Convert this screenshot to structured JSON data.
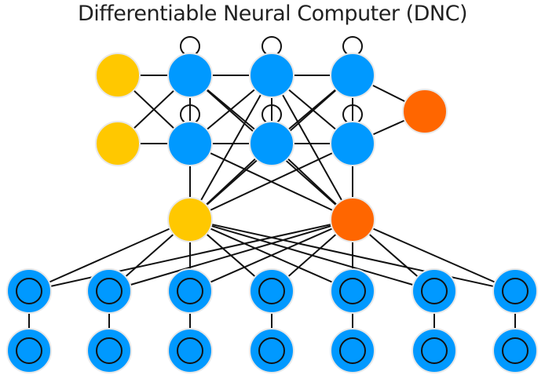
{
  "title": "Differentiable Neural Computer (DNC)",
  "colors": {
    "input": "#ffc800",
    "output": "#ff6600",
    "hidden": "#0099ff",
    "edge": "#111111",
    "node_stroke": "#e8e8e8"
  },
  "nodes": [
    {
      "id": "in-1",
      "type": "input",
      "layer": "input"
    },
    {
      "id": "in-2",
      "type": "input",
      "layer": "input"
    },
    {
      "id": "h-1",
      "type": "recurrent",
      "layer": "controller"
    },
    {
      "id": "h-2",
      "type": "recurrent",
      "layer": "controller"
    },
    {
      "id": "h-3",
      "type": "recurrent",
      "layer": "controller"
    },
    {
      "id": "h-4",
      "type": "recurrent",
      "layer": "controller"
    },
    {
      "id": "h-5",
      "type": "recurrent",
      "layer": "controller"
    },
    {
      "id": "h-6",
      "type": "recurrent",
      "layer": "controller"
    },
    {
      "id": "out-1",
      "type": "output",
      "layer": "output"
    },
    {
      "id": "read",
      "type": "input",
      "layer": "interface"
    },
    {
      "id": "write",
      "type": "output",
      "layer": "interface"
    },
    {
      "id": "m-1",
      "type": "memory",
      "layer": "memory"
    },
    {
      "id": "m-2",
      "type": "memory",
      "layer": "memory"
    },
    {
      "id": "m-3",
      "type": "memory",
      "layer": "memory"
    },
    {
      "id": "m-4",
      "type": "memory",
      "layer": "memory"
    },
    {
      "id": "m-5",
      "type": "memory",
      "layer": "memory"
    },
    {
      "id": "m-6",
      "type": "memory",
      "layer": "memory"
    },
    {
      "id": "m-7",
      "type": "memory",
      "layer": "memory"
    },
    {
      "id": "m-8",
      "type": "memory",
      "layer": "memory"
    },
    {
      "id": "m-9",
      "type": "memory",
      "layer": "memory"
    },
    {
      "id": "m-10",
      "type": "memory",
      "layer": "memory"
    },
    {
      "id": "m-11",
      "type": "memory",
      "layer": "memory"
    },
    {
      "id": "m-12",
      "type": "memory",
      "layer": "memory"
    },
    {
      "id": "m-13",
      "type": "memory",
      "layer": "memory"
    },
    {
      "id": "m-14",
      "type": "memory",
      "layer": "memory"
    }
  ],
  "edges": [
    [
      "in-1",
      "h-1"
    ],
    [
      "in-1",
      "h-2"
    ],
    [
      "in-2",
      "h-1"
    ],
    [
      "in-2",
      "h-2"
    ],
    [
      "h-1",
      "h-3"
    ],
    [
      "h-1",
      "h-4"
    ],
    [
      "h-2",
      "h-3"
    ],
    [
      "h-2",
      "h-4"
    ],
    [
      "h-3",
      "h-5"
    ],
    [
      "h-3",
      "h-6"
    ],
    [
      "h-4",
      "h-5"
    ],
    [
      "h-4",
      "h-6"
    ],
    [
      "h-5",
      "out-1"
    ],
    [
      "h-6",
      "out-1"
    ],
    [
      "h-1",
      "h-2"
    ],
    [
      "h-3",
      "h-4"
    ],
    [
      "h-5",
      "h-6"
    ],
    [
      "h-1",
      "read"
    ],
    [
      "h-1",
      "write"
    ],
    [
      "h-2",
      "read"
    ],
    [
      "h-2",
      "write"
    ],
    [
      "h-3",
      "read"
    ],
    [
      "h-3",
      "write"
    ],
    [
      "h-4",
      "read"
    ],
    [
      "h-4",
      "write"
    ],
    [
      "h-5",
      "read"
    ],
    [
      "h-5",
      "write"
    ],
    [
      "h-6",
      "read"
    ],
    [
      "h-6",
      "write"
    ],
    [
      "read",
      "m-1"
    ],
    [
      "read",
      "m-2"
    ],
    [
      "read",
      "m-3"
    ],
    [
      "read",
      "m-4"
    ],
    [
      "read",
      "m-5"
    ],
    [
      "read",
      "m-6"
    ],
    [
      "read",
      "m-7"
    ],
    [
      "write",
      "m-1"
    ],
    [
      "write",
      "m-2"
    ],
    [
      "write",
      "m-3"
    ],
    [
      "write",
      "m-4"
    ],
    [
      "write",
      "m-5"
    ],
    [
      "write",
      "m-6"
    ],
    [
      "write",
      "m-7"
    ],
    [
      "m-1",
      "m-8"
    ],
    [
      "m-2",
      "m-9"
    ],
    [
      "m-3",
      "m-10"
    ],
    [
      "m-4",
      "m-11"
    ],
    [
      "m-5",
      "m-12"
    ],
    [
      "m-6",
      "m-13"
    ],
    [
      "m-7",
      "m-14"
    ]
  ]
}
